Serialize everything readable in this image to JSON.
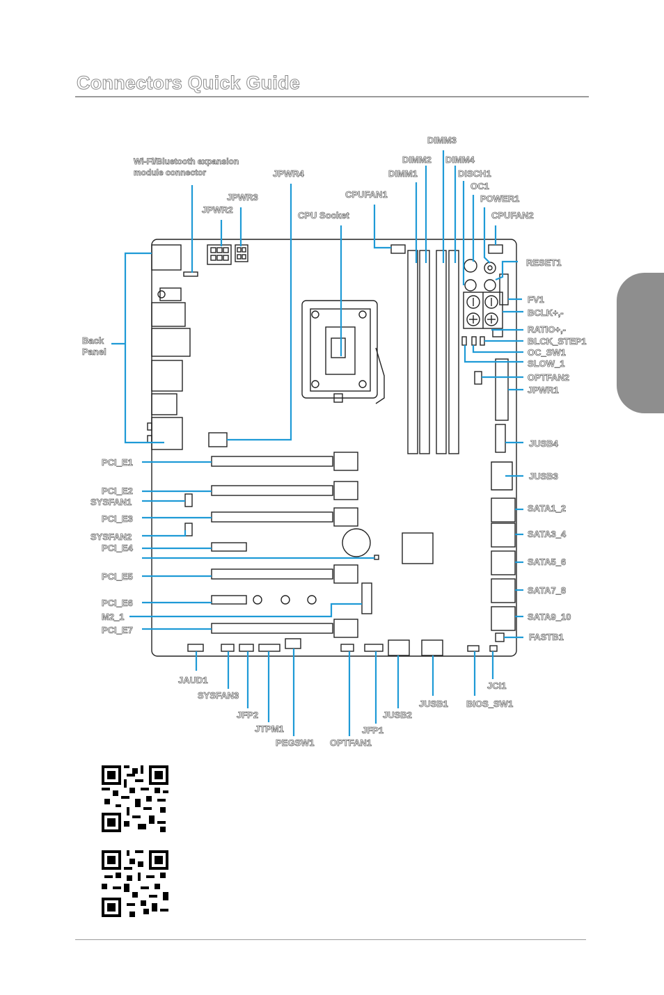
{
  "page": {
    "title": "Connectors Quick Guide"
  },
  "labels": {
    "wifi": "Wi-Fi/Bluetooth expansion",
    "wifi2": "module connector",
    "jpwr4": "JPWR4",
    "jpwr3": "JPWR3",
    "jpwr2": "JPWR2",
    "cpu_socket": "CPU Socket",
    "cpufan1": "CPUFAN1",
    "dimm3": "DIMM3",
    "dimm2": "DIMM2",
    "dimm4": "DIMM4",
    "dimm1": "DIMM1",
    "disch1": "DISCH1",
    "oc1": "OC1",
    "power1": "POWER1",
    "cpufan2": "CPUFAN2",
    "reset1": "RESET1",
    "fv1": "FV1",
    "bclk": "BCLK+,-",
    "ratio": "RATIO+,-",
    "blck_step1": "BLCK_STEP1",
    "oc_sw1": "OC_SW1",
    "slow_1": "SLOW_1",
    "optfan2": "OPTFAN2",
    "jpwr1": "JPWR1",
    "jusb4": "JUSB4",
    "jusb3": "JUSB3",
    "sata1_2": "SATA1_2",
    "sata3_4": "SATA3_4",
    "sata5_6": "SATA5_6",
    "sata7_8": "SATA7_8",
    "sata9_10": "SATA9_10",
    "fastb1": "FASTB1",
    "back": "Back",
    "panel": "Panel",
    "pcie1": "PCI_E1",
    "pcie2": "PCI_E2",
    "sysfan1": "SYSFAN1",
    "pcie3": "PCI_E3",
    "sysfan2": "SYSFAN2",
    "pcie4": "PCI_E4",
    "pcie5": "PCI_E5",
    "pcie6": "PCI_E6",
    "m2_1": "M2_1",
    "pcie7": "PCI_E7",
    "jaud1": "JAUD1",
    "sysfan3": "SYSFAN3",
    "jfp2": "JFP2",
    "jtpm1": "JTPM1",
    "pegsw1": "PEGSW1",
    "optfan1": "OPTFAN1",
    "jfp1": "JFP1",
    "jusb2": "JUSB2",
    "jusb1": "JUSB1",
    "bios_sw1": "BIOS_SW1",
    "jci1": "JCI1"
  },
  "colors": {
    "leader": "#1e9ad6",
    "outline": "#222222",
    "title_stroke": "#8a8a8a",
    "tab": "#8e8e8e"
  },
  "icons": {
    "qr_top": "qr-code-icon",
    "qr_bottom": "qr-code-icon"
  }
}
